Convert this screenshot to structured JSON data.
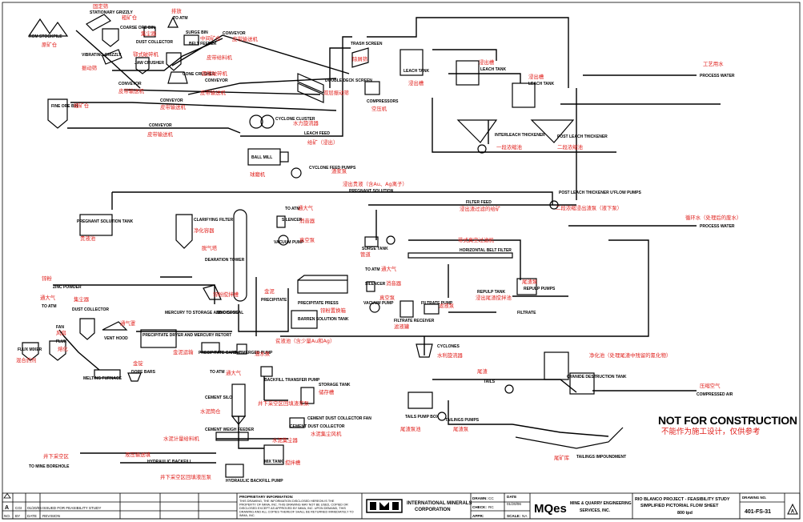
{
  "stations": [
    {
      "id": "rom",
      "en": "ROM STOCKPILE",
      "cn": "原矿仓"
    },
    {
      "id": "grizzly",
      "en": "STATIONARY GRIZZLY",
      "cn": "固定筛"
    },
    {
      "id": "coarse",
      "en": "COARSE ORE BIN",
      "cn": "粗矿仓"
    },
    {
      "id": "dust1",
      "en": "DUST COLLECTOR",
      "cn": "集尘器"
    },
    {
      "id": "atm1",
      "en": "TO ATM",
      "cn": "排放"
    },
    {
      "id": "surge1",
      "en": "SURGE BIN",
      "cn": "中间矿仓"
    },
    {
      "id": "conv_a",
      "en": "CONVEYOR",
      "cn": "皮带输送机"
    },
    {
      "id": "vibgrizzly",
      "en": "VIBRATING GRIZZLY",
      "cn": "振动筛"
    },
    {
      "id": "jaw",
      "en": "JAW CRUSHER",
      "cn": "鄂式破碎机"
    },
    {
      "id": "beltfeeder",
      "en": "BELT FEEDER",
      "cn": "皮带给料机"
    },
    {
      "id": "cone",
      "en": "CONE CRUSHER",
      "cn": "圆锥破碎机"
    },
    {
      "id": "conv_b",
      "en": "CONVEYOR",
      "cn": "皮带输送机"
    },
    {
      "id": "conv_c",
      "en": "CONVEYOR",
      "cn": "皮带输送机"
    },
    {
      "id": "conv_d",
      "en": "CONVEYOR",
      "cn": "皮带输送机"
    },
    {
      "id": "ddscreen",
      "en": "DOUBLE DECK SCREEN",
      "cn": "双层振动筛"
    },
    {
      "id": "fine",
      "en": "FINE ORE BIN",
      "cn": "细矿仓"
    },
    {
      "id": "conv_e",
      "en": "CONVEYOR",
      "cn": "皮带输送机"
    },
    {
      "id": "cyclone1",
      "en": "CYCLONE CLUSTER",
      "cn": "水力旋流器"
    },
    {
      "id": "leachfeed",
      "en": "LEACH FEED",
      "cn": "给矿（浸出）"
    },
    {
      "id": "ballmill",
      "en": "BALL MILL",
      "cn": "球磨机"
    },
    {
      "id": "cyclonepump",
      "en": "CYCLONE FEED PUMPS",
      "cn": "渣浆泵"
    },
    {
      "id": "trash",
      "en": "TRASH SCREEN",
      "cn": "除屑筛"
    },
    {
      "id": "leach1",
      "en": "LEACH TANK",
      "cn": "浸出槽"
    },
    {
      "id": "leach2",
      "en": "LEACH TANK",
      "cn": "浸出槽"
    },
    {
      "id": "leach3",
      "en": "LEACH TANK",
      "cn": "浸出槽"
    },
    {
      "id": "compressors",
      "en": "COMPRESSORS",
      "cn": "空压机"
    },
    {
      "id": "interleach",
      "en": "INTERLEACH THICKENER",
      "cn": "一段浓缩池"
    },
    {
      "id": "postleach",
      "en": "POST LEACH THICKENER",
      "cn": "二段浓缩池"
    },
    {
      "id": "processwater",
      "en": "PROCESS WATER",
      "cn": "工艺用水"
    },
    {
      "id": "pregnant",
      "en": "PREGNANT SOLUTION",
      "cn": "浸出贵液（含Au、Ag离子）"
    },
    {
      "id": "uflow",
      "en": "POST LEACH THICKENER U'FLOW PUMPS",
      "cn": "二段浓缩浸出渣泵（液下泵）"
    },
    {
      "id": "pregtank",
      "en": "PREGNANT SOLUTION TANK",
      "cn": "贵液池"
    },
    {
      "id": "clarifying",
      "en": "CLARIFYING FILTER",
      "cn": "净化容器"
    },
    {
      "id": "atm2",
      "en": "TO ATM",
      "cn": "通大气"
    },
    {
      "id": "silencer1",
      "en": "SILENCER",
      "cn": "消音器"
    },
    {
      "id": "vacpump1",
      "en": "VACUUM PUMP",
      "cn": "真空泵"
    },
    {
      "id": "deaeration",
      "en": "DEARATION TOWER",
      "cn": "脱气塔"
    },
    {
      "id": "filterfeed",
      "en": "FILTER FEED",
      "cn": "浸出渣过滤的给矿"
    },
    {
      "id": "recycle",
      "en": "PROCESS WATER",
      "cn": "循环水（处理后的废水）"
    },
    {
      "id": "beltfilter",
      "en": "HORIZONTAL BELT FILTER",
      "cn": "带式真空过滤机"
    },
    {
      "id": "surgetank",
      "en": "SURGE TANK",
      "cn": "管道"
    },
    {
      "id": "atm3",
      "en": "TO ATM",
      "cn": "通大气"
    },
    {
      "id": "silencer2",
      "en": "SILENCER",
      "cn": "消音器"
    },
    {
      "id": "vacpump2",
      "en": "VACUUM PUMP",
      "cn": "真空泵"
    },
    {
      "id": "filtrate_rcv",
      "en": "FILTRATE RECEIVER",
      "cn": "滤液罐"
    },
    {
      "id": "filtrate_pump",
      "en": "FILTRATE PUMP",
      "cn": "滤液泵"
    },
    {
      "id": "repulp_pumps",
      "en": "REPULP PUMPS",
      "cn": "尾渣泵"
    },
    {
      "id": "repulp_tank",
      "en": "REPULP TANK",
      "cn": "浸出尾渣搅拌池"
    },
    {
      "id": "filtrate",
      "en": "FILTRATE",
      "cn": ""
    },
    {
      "id": "zincpowder",
      "en": "ZINC POWDER",
      "cn": "锌粉"
    },
    {
      "id": "zinccone",
      "en": "ZINC CONE",
      "cn": "锌粉搅拌槽"
    },
    {
      "id": "precip",
      "en": "PRECIPITATE",
      "cn": "金泥"
    },
    {
      "id": "press",
      "en": "PRECIPITATE PRESS",
      "cn": "锌粉置换箱"
    },
    {
      "id": "barren",
      "en": "BARREN SOLUTION TANK",
      "cn": "贫液池（含少量Au和Ag）"
    },
    {
      "id": "atm4",
      "en": "TO ATM",
      "cn": "通大气"
    },
    {
      "id": "dust2",
      "en": "DUST COLLECTOR",
      "cn": "集尘器"
    },
    {
      "id": "fan",
      "en": "FAN",
      "cn": "风扇"
    },
    {
      "id": "venthood",
      "en": "VENT HOOD",
      "cn": "通气罩"
    },
    {
      "id": "mercury",
      "en": "MERCURY TO STORAGE AND DISPOSAL",
      "cn": ""
    },
    {
      "id": "retort",
      "en": "PRECIPITATE DRYER AND MERCURY RETORT",
      "cn": ""
    },
    {
      "id": "cart",
      "en": "PRECIPITATE CART",
      "cn": "金泥运输"
    },
    {
      "id": "submerged",
      "en": "SUBMERGED PUMP",
      "cn": "潜水泵"
    },
    {
      "id": "fluxmixer",
      "en": "FLUX MIXER",
      "cn": "混合药剂"
    },
    {
      "id": "flux",
      "en": "FLUX",
      "cn": "熔化"
    },
    {
      "id": "doree",
      "en": "DORE BARS",
      "cn": "金锭"
    },
    {
      "id": "furnace",
      "en": "MELTING FURNACE",
      "cn": ""
    },
    {
      "id": "cyclones2",
      "en": "CYCLONES",
      "cn": "水利旋流器"
    },
    {
      "id": "cyanide",
      "en": "CYANIDE DESTRUCTION TANK",
      "cn": "净化池（处理尾渣中残留的氰化物）"
    },
    {
      "id": "tails",
      "en": "TAILS",
      "cn": "尾渣"
    },
    {
      "id": "compair",
      "en": "COMPRESSED AIR",
      "cn": "压缩空气"
    },
    {
      "id": "atm5",
      "en": "TO ATM",
      "cn": "通大气"
    },
    {
      "id": "backfillpump",
      "en": "BACKFILL TRANSFER PUMP",
      "cn": "井下采空区回填渣浆泵"
    },
    {
      "id": "storage",
      "en": "STORAGE TANK",
      "cn": "储存槽"
    },
    {
      "id": "silo",
      "en": "CEMENT SILO",
      "cn": "水泥筒仓"
    },
    {
      "id": "dust3",
      "en": "CEMENT DUST COLLECTOR FAN",
      "cn": "水泥集尘风机"
    },
    {
      "id": "cdust",
      "en": "CEMENT DUST COLLECTOR",
      "cn": "水泥集尘器"
    },
    {
      "id": "weighfeeder",
      "en": "CEMENT WEIGH FEEDER",
      "cn": "水泥计量给料机"
    },
    {
      "id": "mixtank",
      "en": "MIX TANK",
      "cn": "搅拌槽"
    },
    {
      "id": "hydbackfill",
      "en": "HYDRAULIC BACKFILL",
      "cn": "液压输送填"
    },
    {
      "id": "borehole",
      "en": "TO MINE BOREHOLE",
      "cn": "井下采空区"
    },
    {
      "id": "hydpump",
      "en": "HYDRAULIC BACKFILL PUMP",
      "cn": "井下采空区回填液压泵"
    },
    {
      "id": "tailspump",
      "en": "TAILS PUMP BOX",
      "cn": "尾渣泵池"
    },
    {
      "id": "tailingspumps",
      "en": "TAILINGS PUMPS",
      "cn": "尾渣泵"
    },
    {
      "id": "impound",
      "en": "TAILINGS IMPOUNDMENT",
      "cn": "尾矿库"
    }
  ],
  "stamp": {
    "en": "NOT FOR CONSTRUCTION",
    "cn": "不能作为施工设计，仅供参考"
  },
  "title_block": {
    "rev_row": {
      "letter": "A",
      "by": "CGI",
      "date": "01/20/06",
      "text": "ISSUED FOR FEASIBILITY STUDY"
    },
    "rev_header": {
      "no": "NO.",
      "by": "BY",
      "date": "DATE",
      "rev": "REVISION"
    },
    "notice_title": "PROPRIETARY INFORMATION:",
    "notice_lines": [
      "THIS DRAWING, THE INFORMATION DISCLOSED HEREON IS THE",
      "PROPERTY OF IMMA, INC. THIS DRAWING MAY NOT BE USED, COPIED OR",
      "DISCLOSED EXCEPT AS APPROVED BY IMMA, INC. UPON DEMAND, THIS",
      "DRAWING AND ALL COPIES THEREOF SHALL BE RETURNED IMMEDIATELY TO",
      "IMMA, INC."
    ],
    "company_logo": "IMMA",
    "company_name": [
      "INTERNATIONAL MINERALS",
      "CORPORATION"
    ],
    "drawn_label": "DRAWN:",
    "drawn_val": "CC",
    "check_label": "CHECK:",
    "check_val": "RC",
    "appr_label": "APPR:",
    "appr_val": "",
    "date_label": "DATE",
    "date_val": "01/20/06",
    "scale_label": "SCALE:",
    "scale_val": "NA",
    "mqes": "MQes",
    "engineering": [
      "MINE & QUARRY ENGINEERING",
      "SERVICES, INC."
    ],
    "project": [
      "RIO BLANCO PROJECT - FEASIBILITY STUDY",
      "SIMPLIFIED PICTORIAL FLOW SHEET",
      "800 tpd"
    ],
    "drawing_no_label": "DRAWING NO.",
    "drawing_no": "401-FS-31",
    "rev_mark": "A"
  }
}
